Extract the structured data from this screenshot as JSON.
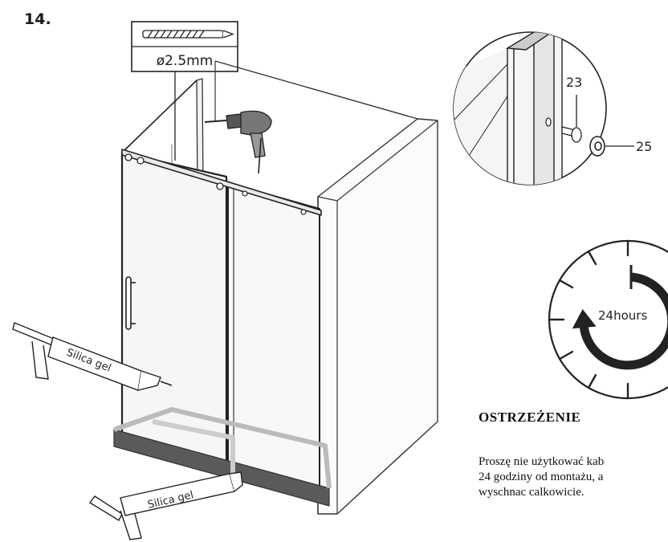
{
  "step_number": "14.",
  "drill_bit": {
    "label": "ø2.5mm"
  },
  "callout_parts": {
    "screw": "23",
    "cap": "25"
  },
  "silicone_gun": {
    "label_upper": "Silica gel",
    "label_lower": "Silica gel"
  },
  "timer": {
    "label": "24hours"
  },
  "warning": {
    "title": "OSTRZEŻENIE",
    "lines": [
      "Proszę nie użytkować kab",
      "24 godziny od montażu, a",
      "wyschnac calkowicie."
    ]
  },
  "colors": {
    "ink": "#1a1a1a",
    "glass": "#f4f6f7",
    "tray": "#555555",
    "frame": "#333333"
  }
}
